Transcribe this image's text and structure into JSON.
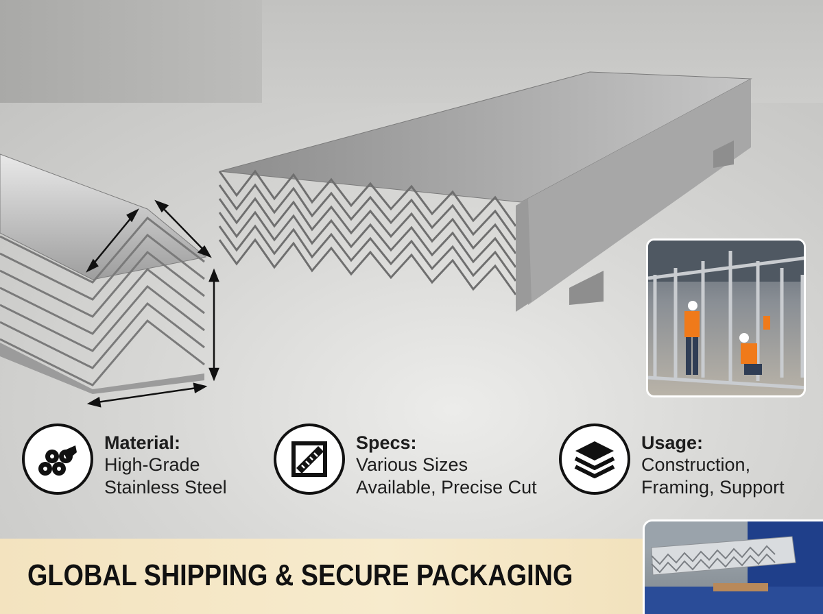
{
  "features": [
    {
      "title": "Material:",
      "lines": [
        "High-Grade",
        "Stainless Steel"
      ],
      "icon": "steel-bars-icon"
    },
    {
      "title": "Specs:",
      "lines": [
        "Various Sizes",
        "Available, Precise Cut"
      ],
      "icon": "ruler-icon"
    },
    {
      "title": "Usage:",
      "lines": [
        "Construction,",
        "Framing, Support"
      ],
      "icon": "layers-icon"
    }
  ],
  "banner": {
    "text": "GLOBAL SHIPPING & SECURE PACKAGING"
  },
  "colors": {
    "banner_bg": "#f4e5c3",
    "text": "#1d1d1d",
    "icon_stroke": "#111111"
  }
}
